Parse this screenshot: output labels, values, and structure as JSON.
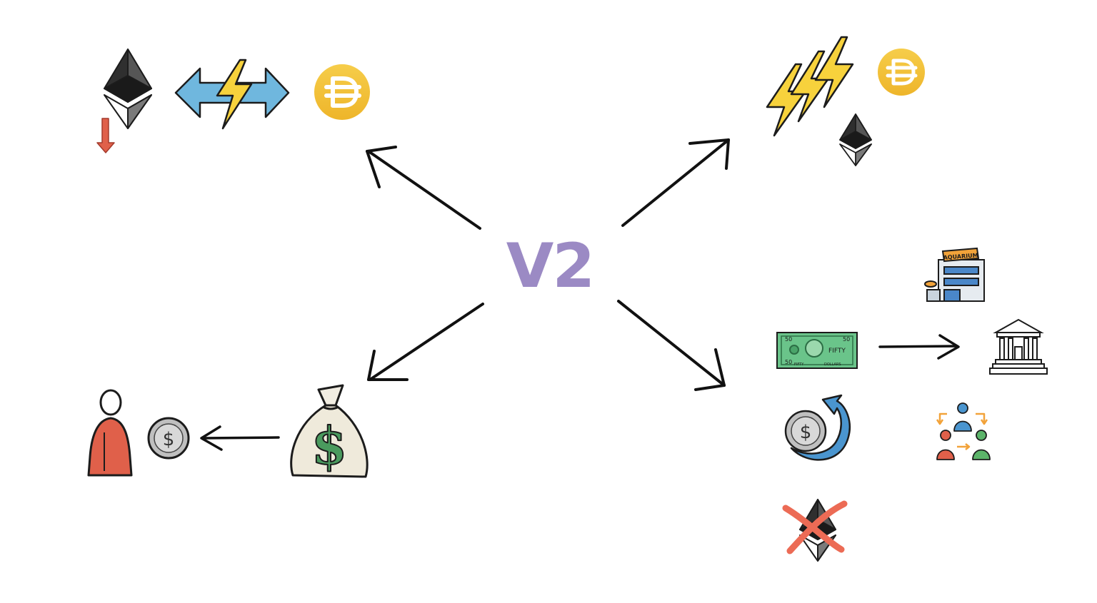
{
  "diagram": {
    "center_label": "V2",
    "building_sign": "AQUARIUM",
    "banknote": {
      "denomination": "50",
      "word": "FIFTY",
      "bottom_left": "FIFTY",
      "bottom_right": "DOLLARS"
    },
    "coin_symbol": "$",
    "moneybag_symbol": "$",
    "colors": {
      "title": "#9b8ac4",
      "dai": "#f4c234",
      "lightning": "#f7d23c",
      "swap_arrow": "#6fb7de",
      "person": "#e0604a",
      "cancel": "#ec6b55",
      "banknote": "#6ac48a"
    }
  }
}
